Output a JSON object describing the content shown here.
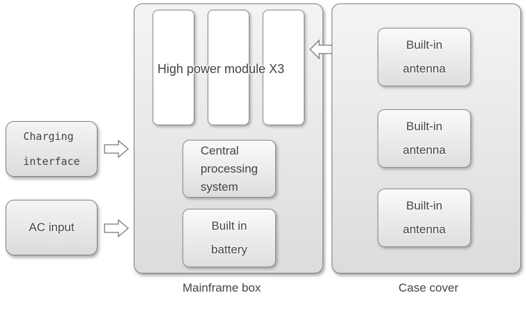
{
  "charging_interface": {
    "line1": "Charging",
    "line2": "interface"
  },
  "ac_input": "AC input",
  "mainframe": {
    "modules_label": "High power module X3",
    "cpu": {
      "line1": "Central",
      "line2": "processing",
      "line3": "system"
    },
    "battery": {
      "line1": "Built in",
      "line2": "battery"
    },
    "caption": "Mainframe box"
  },
  "case_cover": {
    "antennas": [
      {
        "line1": "Built-in",
        "line2": "antenna"
      },
      {
        "line1": "Built-in",
        "line2": "antenna"
      },
      {
        "line1": "Built-in",
        "line2": "antenna"
      }
    ],
    "caption": "Case cover"
  }
}
